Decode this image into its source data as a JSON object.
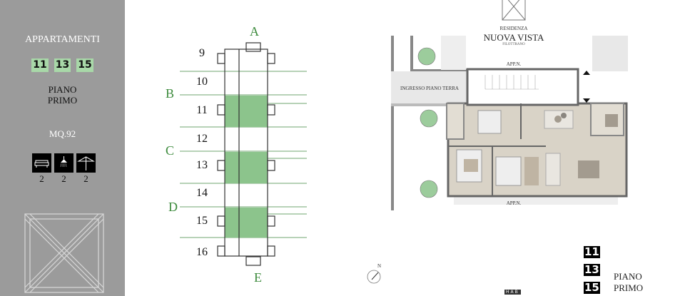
{
  "sidebar": {
    "title": "APPARTAMENTI",
    "apartments": [
      "11",
      "13",
      "15"
    ],
    "floor_line1": "PIANO",
    "floor_line2": "PRIMO",
    "area": "MQ.92",
    "amenities": [
      {
        "icon": "sofa-icon",
        "count": "2"
      },
      {
        "icon": "shower-icon",
        "count": "2"
      },
      {
        "icon": "umbrella-icon",
        "count": "2"
      }
    ],
    "badge_color": "#a8d8a8",
    "background": "#9b9b9b"
  },
  "building": {
    "units": [
      "9",
      "10",
      "11",
      "12",
      "13",
      "14",
      "15",
      "16"
    ],
    "letters": [
      "A",
      "B",
      "C",
      "D",
      "E"
    ],
    "highlight_color": "#8cc48c"
  },
  "header": {
    "pre": "RESIDENZA",
    "name": "NUOVA VISTA",
    "city": "FILOTTRANO"
  },
  "plan": {
    "entrance_label": "INGRESSO PIANO TERRA",
    "top_label": "APP.N.",
    "bottom_label": "APP.N."
  },
  "legend": {
    "apartments": [
      "11",
      "13",
      "15"
    ],
    "floor_line1": "PIANO",
    "floor_line2": "PRIMO",
    "compass": "N",
    "footer_logo": "HAB"
  }
}
